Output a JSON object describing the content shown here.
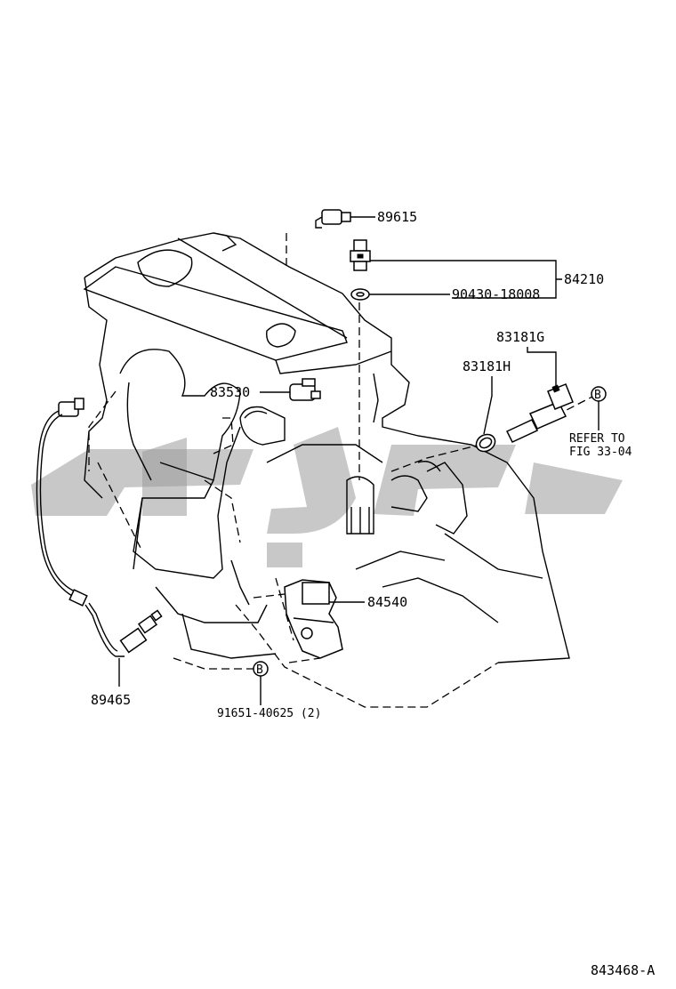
{
  "parts": {
    "p89615": "89615",
    "p84210": "84210",
    "p90430": "90430-18008",
    "p83181g": "83181G",
    "p83181h": "83181H",
    "p83530": "83530",
    "refer_line1": "REFER TO",
    "refer_line2": "FIG 33-04",
    "p84540": "84540",
    "p89465": "89465",
    "p91651": "91651-40625 (2)",
    "marker_b": "B"
  },
  "figure_id": "843468-A",
  "colors": {
    "line": "#000000",
    "watermark": "#9a9a9a",
    "background": "#ffffff"
  }
}
